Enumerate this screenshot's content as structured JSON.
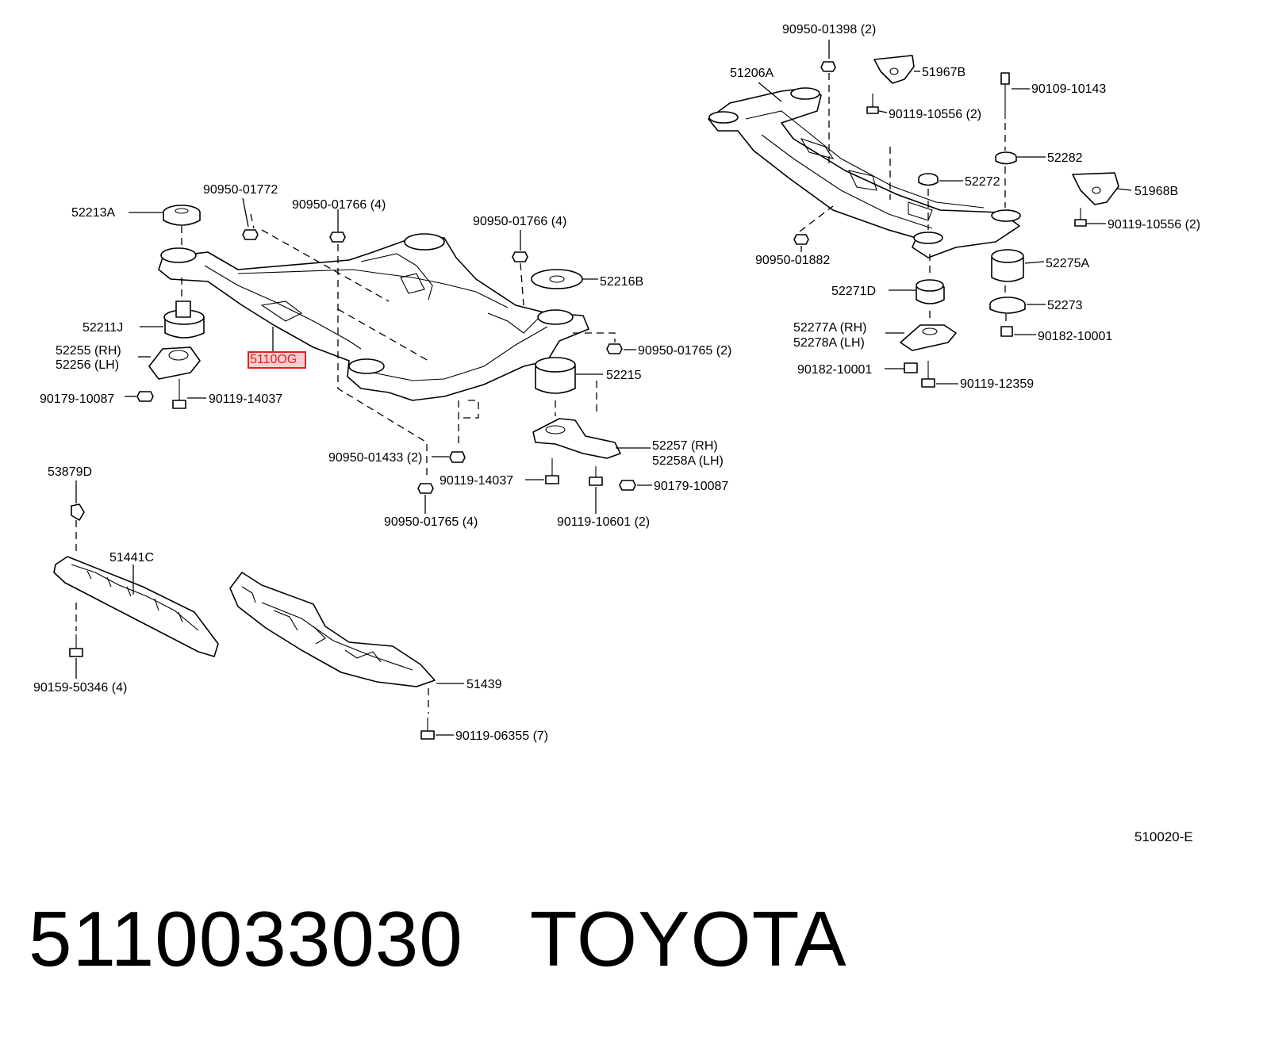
{
  "part_number": "5110033030",
  "brand": "TOYOTA",
  "diagram_ref": "510020-E",
  "highlight": {
    "code": "5110OG",
    "color": "#e02020"
  },
  "callouts": [
    {
      "id": "c1",
      "text": "90950-01398 (2)"
    },
    {
      "id": "c2",
      "text": "51206A"
    },
    {
      "id": "c3",
      "text": "51967B"
    },
    {
      "id": "c4",
      "text": "90109-10143"
    },
    {
      "id": "c5",
      "text": "90119-10556 (2)"
    },
    {
      "id": "c6",
      "text": "52282"
    },
    {
      "id": "c7",
      "text": "52272"
    },
    {
      "id": "c8",
      "text": "51968B"
    },
    {
      "id": "c9",
      "text": "90119-10556 (2)"
    },
    {
      "id": "c10",
      "text": "90950-01882"
    },
    {
      "id": "c11",
      "text": "52275A"
    },
    {
      "id": "c12",
      "text": "52271D"
    },
    {
      "id": "c13",
      "text": "52273"
    },
    {
      "id": "c14",
      "text": "52277A (RH)"
    },
    {
      "id": "c15",
      "text": "52278A (LH)"
    },
    {
      "id": "c16",
      "text": "90182-10001"
    },
    {
      "id": "c17",
      "text": "90182-10001"
    },
    {
      "id": "c18",
      "text": "90119-12359"
    },
    {
      "id": "c19",
      "text": "90950-01772"
    },
    {
      "id": "c20",
      "text": "90950-01766 (4)"
    },
    {
      "id": "c21",
      "text": "90950-01766 (4)"
    },
    {
      "id": "c22",
      "text": "52213A"
    },
    {
      "id": "c23",
      "text": "52216B"
    },
    {
      "id": "c24",
      "text": "52211J"
    },
    {
      "id": "c25",
      "text": "52255 (RH)"
    },
    {
      "id": "c26",
      "text": "52256 (LH)"
    },
    {
      "id": "c27",
      "text": "90950-01765 (2)"
    },
    {
      "id": "c28",
      "text": "52215"
    },
    {
      "id": "c29",
      "text": "90179-10087"
    },
    {
      "id": "c30",
      "text": "90119-14037"
    },
    {
      "id": "c31",
      "text": "52257  (RH)"
    },
    {
      "id": "c32",
      "text": "52258A (LH)"
    },
    {
      "id": "c33",
      "text": "90950-01433 (2)"
    },
    {
      "id": "c34",
      "text": "53879D"
    },
    {
      "id": "c35",
      "text": "90119-14037"
    },
    {
      "id": "c36",
      "text": "90179-10087"
    },
    {
      "id": "c37",
      "text": "90950-01765 (4)"
    },
    {
      "id": "c38",
      "text": "90119-10601 (2)"
    },
    {
      "id": "c39",
      "text": "51441C"
    },
    {
      "id": "c40",
      "text": "51439"
    },
    {
      "id": "c41",
      "text": "90159-50346 (4)"
    },
    {
      "id": "c42",
      "text": "90119-06355 (7)"
    }
  ]
}
